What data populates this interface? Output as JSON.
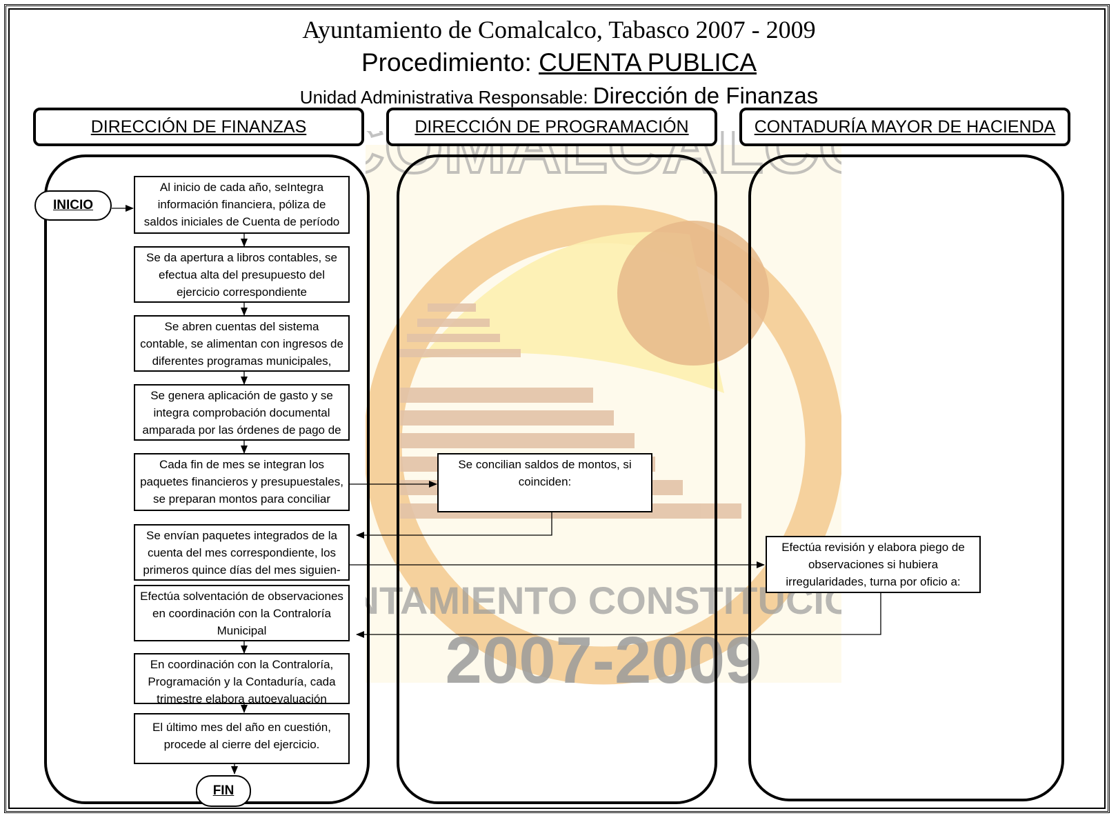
{
  "header": {
    "line1": "Ayuntamiento de Comalcalco, Tabasco 2007 - 2009",
    "line2_prefix": "Procedimiento: ",
    "line2_value": "CUENTA PUBLICA",
    "line3_prefix": "Unidad Administrativa Responsable: ",
    "line3_value": "Dirección de Finanzas"
  },
  "lanes": [
    {
      "label": "DIRECCIÓN DE FINANZAS"
    },
    {
      "label": "DIRECCIÓN DE PROGRAMACIÓN"
    },
    {
      "label": "CONTADURÍA MAYOR DE HACIENDA"
    }
  ],
  "terminals": {
    "start": "INICIO",
    "end": "FIN"
  },
  "steps": [
    "Al inicio de cada año, seIntegra información financiera, póliza de saldos iniciales de Cuenta de período inme-",
    "Se da apertura a libros contables, se efectua alta del presupuesto del ejercicio correspondiente",
    "Se abren cuentas del sistema contable, se alimentan con ingresos de diferentes programas municipales, estata-",
    "Se genera aplicación de gasto y se integra comprobación documental amparada por las órdenes de pago de las",
    "Cada fin de mes se integran los paquetes financieros y presupuestales, se preparan montos para conciliar",
    "Se envían paquetes integrados de la cuenta del mes correspondiente, los primeros quince días del mes siguien-",
    "Efectúa solventación de observaciones en coordinación con la Contraloría Municipal",
    "En coordinación con la Contraloría, Programación y la Contaduría, cada trimestre elabora autoevaluación",
    "El último mes del año en cuestión, procede al cierre del ejercicio."
  ],
  "programacion_step": "Se concilian saldos de montos, si coinciden:",
  "contaduria_step": "Efectúa revisión y elabora piego de observaciones si hubiera irregularidades, turna por oficio a:",
  "watermark": {
    "top_text": "COMALCALCO",
    "arc_text": "AYUNTAMIENTO CONSTITUCIONAL",
    "years": "2007-2009",
    "colors": {
      "orange": "#f3c98f",
      "stripe": "#e3c3a8",
      "yellow": "#fdf3c2",
      "text": "#9b9b9b"
    }
  }
}
